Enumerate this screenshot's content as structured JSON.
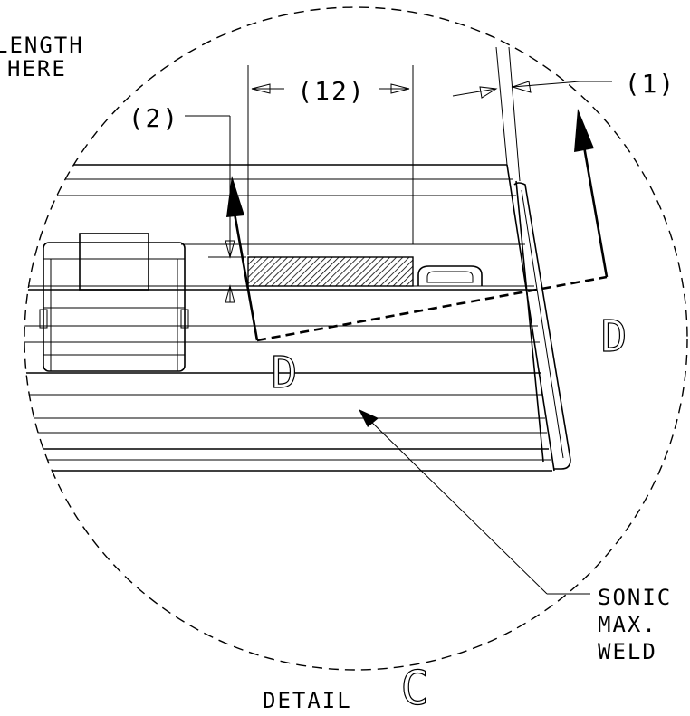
{
  "drawing": {
    "callout_top_left": [
      "LENGTH",
      "HERE"
    ],
    "dimensions": {
      "dim_12": "(12)",
      "dim_1": "(1)",
      "dim_2": "(2)"
    },
    "section_label": "D",
    "weld_note": [
      "SONIC",
      "MAX.",
      "WELD"
    ],
    "detail_title": "DETAIL",
    "detail_letter": "C"
  }
}
